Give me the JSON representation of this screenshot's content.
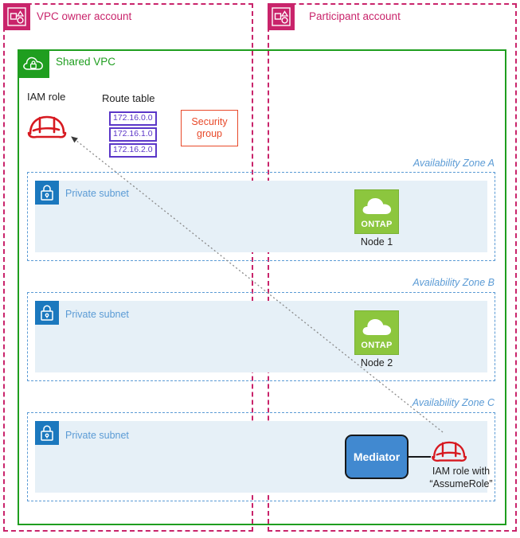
{
  "accounts": {
    "owner": {
      "title": "VPC owner account",
      "icon": "aws-account-icon",
      "color": "#C9246B"
    },
    "participant": {
      "title": "Participant account",
      "icon": "aws-account-icon",
      "color": "#C9246B"
    }
  },
  "vpc": {
    "title": "Shared VPC",
    "icon": "vpc-cloud-lock-icon",
    "color": "#1F9E1F"
  },
  "iam_role": {
    "label": "IAM role",
    "icon": "iam-hardhat-icon",
    "color": "#D71920"
  },
  "route_table": {
    "label": "Route table",
    "color": "#5B37C8",
    "entries": [
      "172.16.0.0",
      "172.16.1.0",
      "172.16.2.0"
    ]
  },
  "security_group": {
    "line1": "Security",
    "line2": "group",
    "color": "#E8492A"
  },
  "zones": [
    {
      "label": "Availability Zone A",
      "subnet": {
        "label": "Private subnet",
        "icon": "padlock-icon"
      },
      "node": {
        "icon": "ontap-cloud-icon",
        "icon_word": "ONTAP",
        "caption": "Node 1"
      }
    },
    {
      "label": "Availability Zone B",
      "subnet": {
        "label": "Private subnet",
        "icon": "padlock-icon"
      },
      "node": {
        "icon": "ontap-cloud-icon",
        "icon_word": "ONTAP",
        "caption": "Node 2"
      }
    },
    {
      "label": "Availability Zone C",
      "subnet": {
        "label": "Private subnet",
        "icon": "padlock-icon"
      },
      "mediator": {
        "label": "Mediator",
        "color": "#4189D0"
      },
      "assume_role": {
        "icon": "iam-hardhat-icon",
        "caption": "IAM role with\n“AssumeRole”",
        "caption_line1": "IAM role with",
        "caption_line2": "“AssumeRole”"
      }
    }
  ],
  "connection": {
    "name": "assume-role-arrow",
    "from": "mediator-iam-role",
    "to": "vpc-owner-iam-role",
    "style": "dotted"
  }
}
